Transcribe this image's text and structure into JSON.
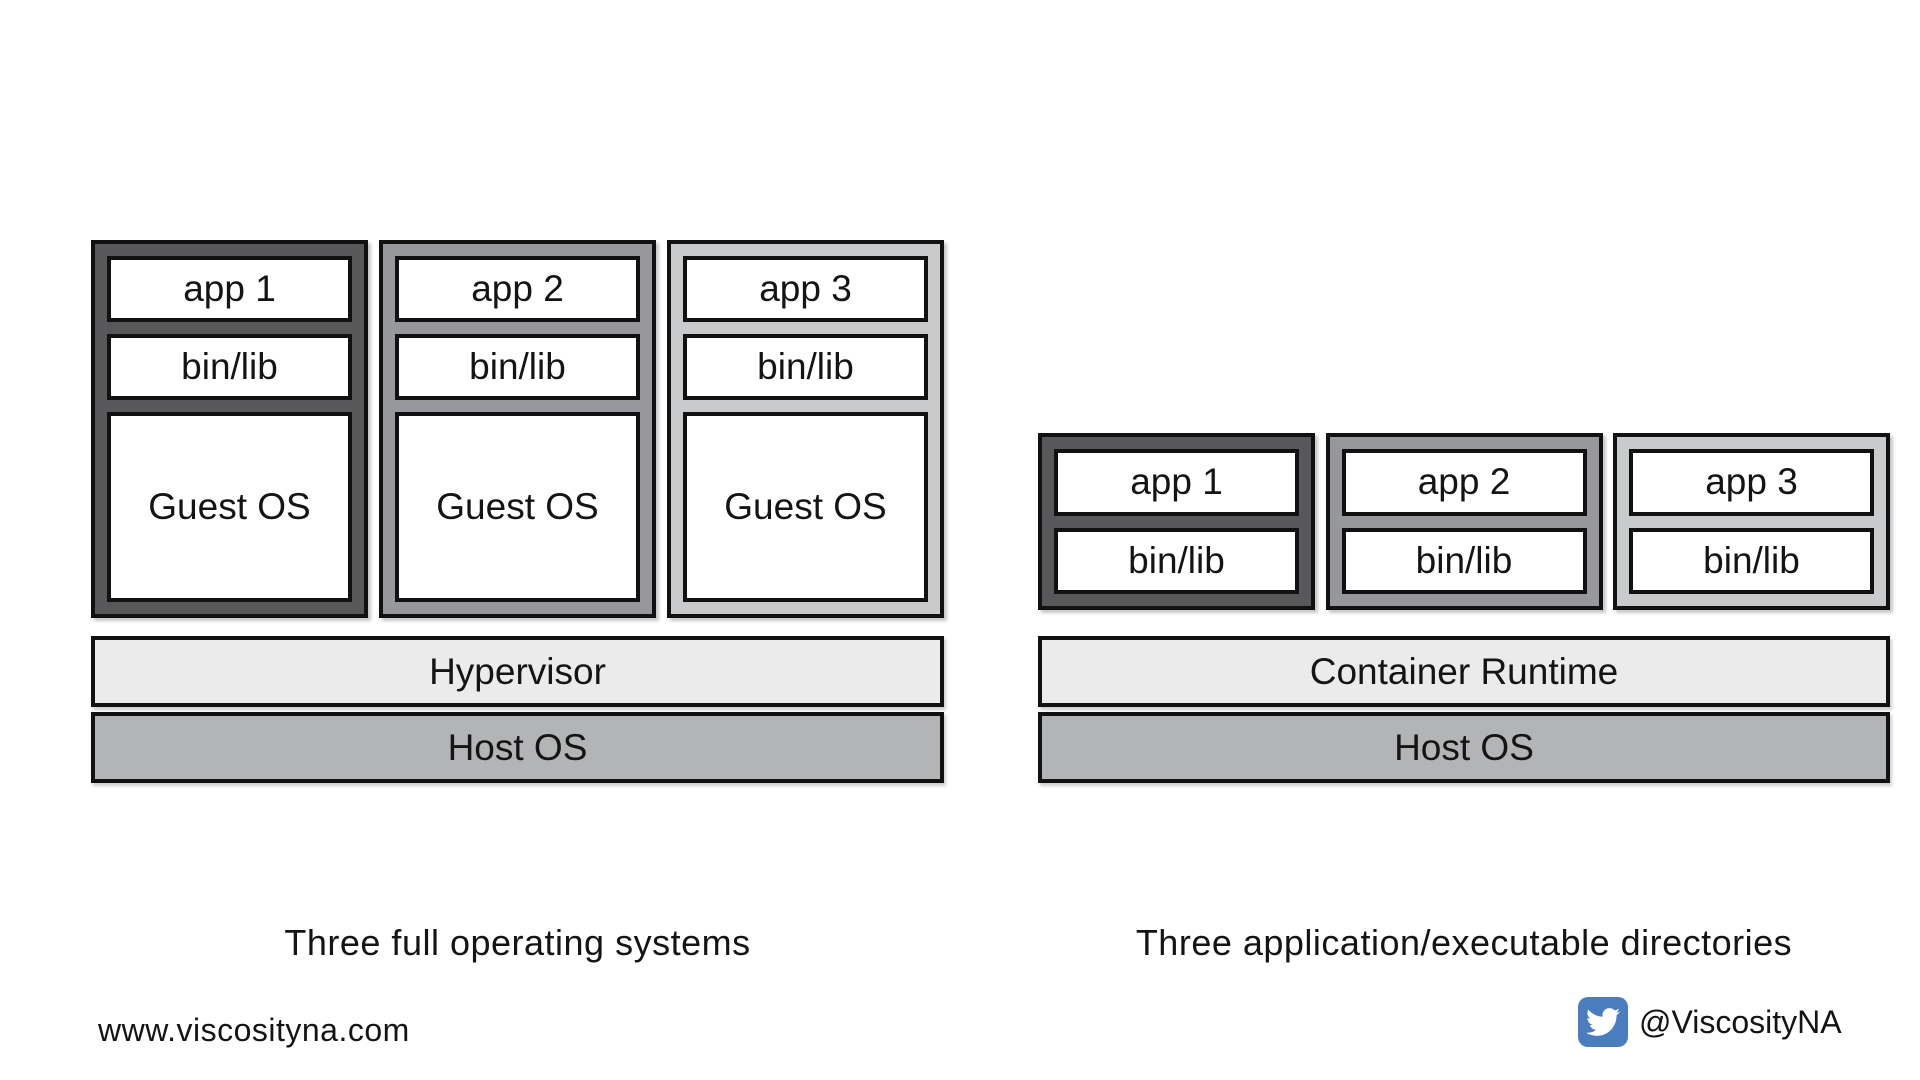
{
  "colors": {
    "background": "#ffffff",
    "border": "#111111",
    "text": "#141414",
    "stack_dark": "#58585a",
    "stack_medium": "#96989b",
    "stack_light": "#c9cacc",
    "cell_bg": "#ffffff",
    "bar_light": "#ebebeb",
    "bar_medium": "#b2b4b6",
    "twitter_blue": "#4a7dbe"
  },
  "vm_diagram": {
    "stacks": [
      {
        "app": "app 1",
        "binlib": "bin/lib",
        "guest_os": "Guest OS"
      },
      {
        "app": "app 2",
        "binlib": "bin/lib",
        "guest_os": "Guest OS"
      },
      {
        "app": "app 3",
        "binlib": "bin/lib",
        "guest_os": "Guest OS"
      }
    ],
    "hypervisor": "Hypervisor",
    "host_os": "Host OS",
    "caption": "Three full operating systems"
  },
  "container_diagram": {
    "stacks": [
      {
        "app": "app 1",
        "binlib": "bin/lib"
      },
      {
        "app": "app 2",
        "binlib": "bin/lib"
      },
      {
        "app": "app 3",
        "binlib": "bin/lib"
      }
    ],
    "runtime": "Container Runtime",
    "host_os": "Host OS",
    "caption": "Three application/executable directories"
  },
  "footer": {
    "website": "www.viscosityna.com",
    "twitter_handle": "@ViscosityNA",
    "twitter_icon": "twitter-bird-icon"
  }
}
